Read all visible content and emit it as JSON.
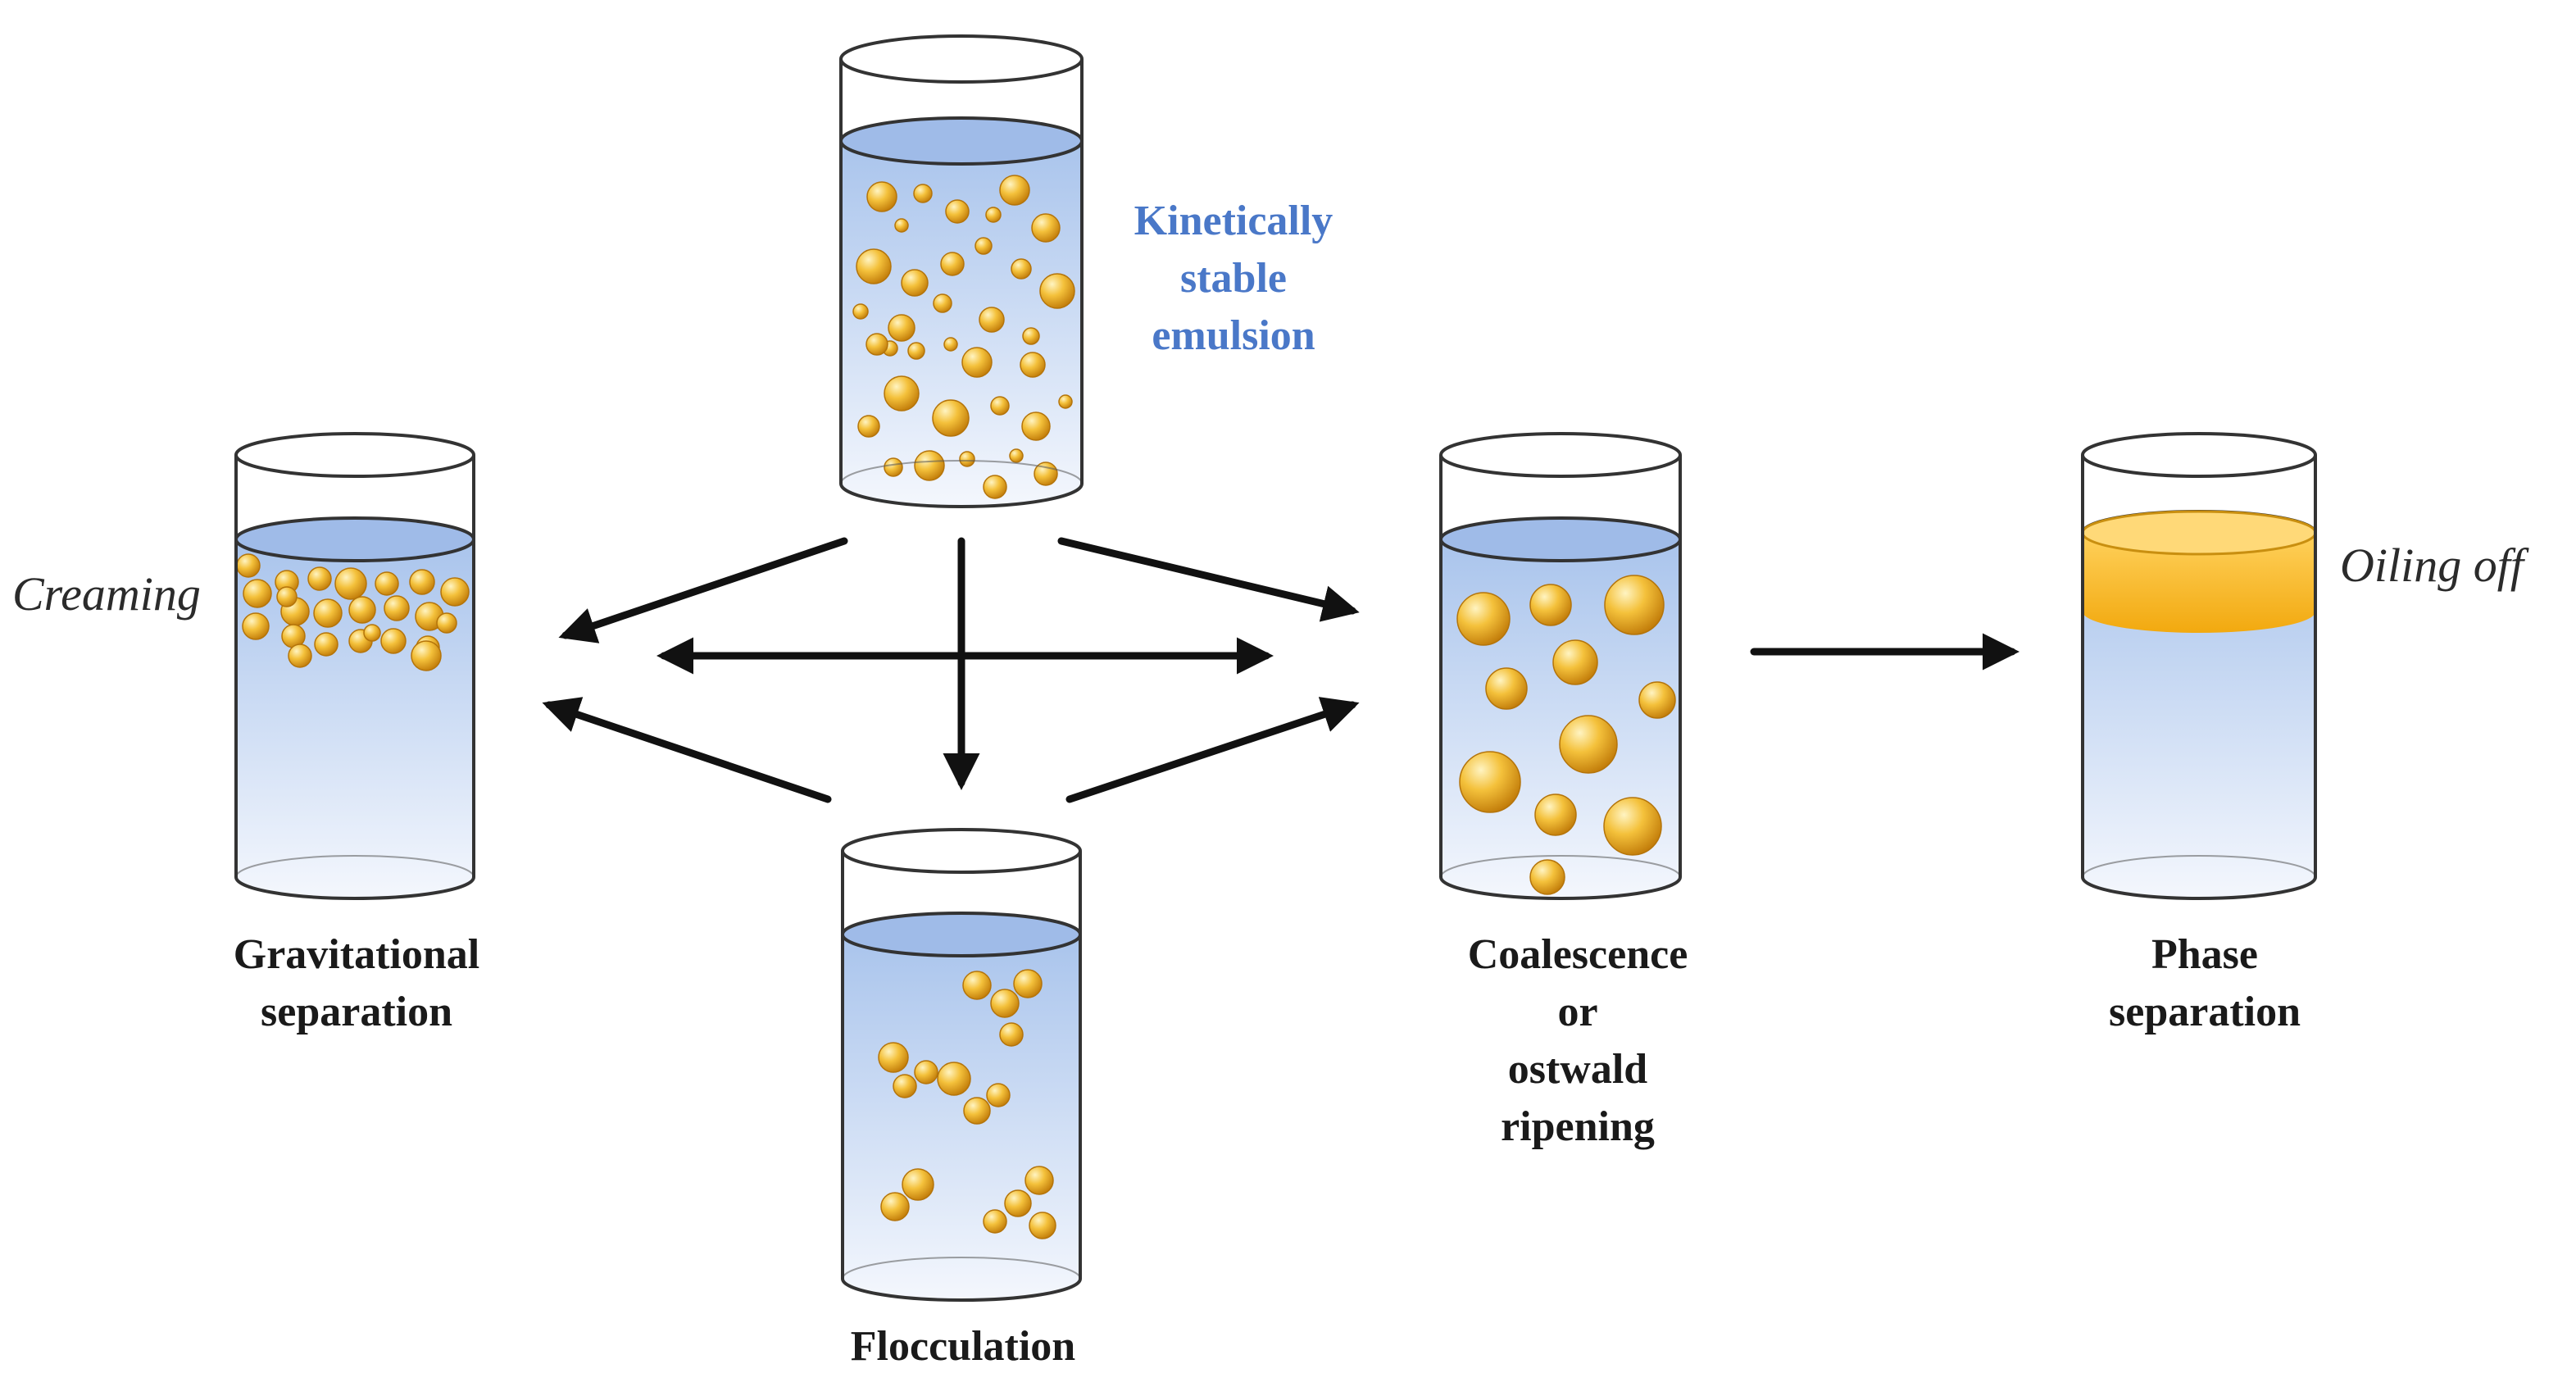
{
  "labels": {
    "stable": [
      "Kinetically",
      "stable",
      "emulsion"
    ],
    "creaming": "Creaming",
    "gravitational": [
      "Gravitational",
      "separation"
    ],
    "flocculation": "Flocculation",
    "coalescence": [
      "Coalescence",
      "or",
      "ostwald",
      "ripening"
    ],
    "phase": [
      "Phase",
      "separation"
    ],
    "oiling": "Oiling off"
  },
  "colors": {
    "water_top": "#a9c4ec",
    "water_bottom": "#f4f7fd",
    "droplet": "#e8a419",
    "droplet_highlight": "#fff4c2",
    "oil_layer": "#f7b823",
    "arrow": "#111111",
    "outline": "#333333",
    "accent_text": "#4a78c8"
  }
}
